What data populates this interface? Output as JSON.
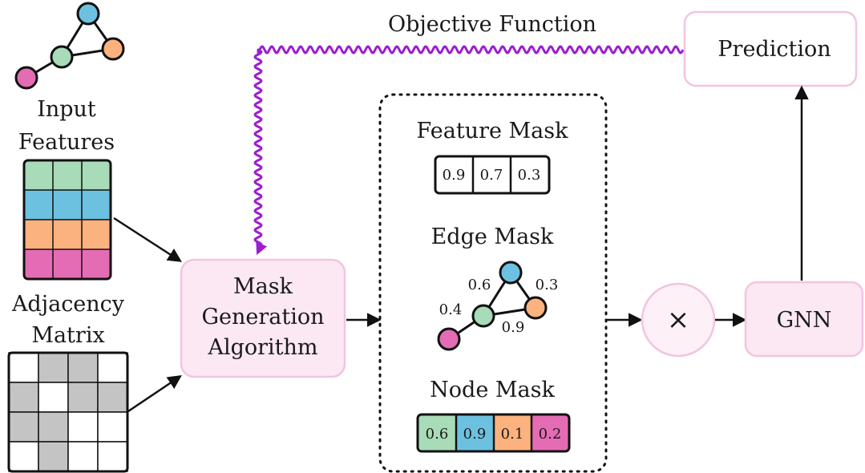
{
  "colors": {
    "green": "#a8dbb8",
    "blue": "#6cc1e0",
    "orange": "#fbb27e",
    "magenta": "#e46cb4",
    "purple": "#9b1fd0",
    "pink_fill": "#fbe8f3",
    "gray_cell": "#c4c4c4"
  },
  "input_features": {
    "label_line1": "Input",
    "label_line2": "Features"
  },
  "adjacency": {
    "label_line1": "Adjacency",
    "label_line2": "Matrix",
    "pattern": [
      [
        0,
        1,
        1,
        0
      ],
      [
        1,
        0,
        1,
        1
      ],
      [
        1,
        1,
        0,
        0
      ],
      [
        0,
        1,
        0,
        0
      ]
    ]
  },
  "mask_generation": {
    "line1": "Mask",
    "line2": "Generation",
    "line3": "Algorithm"
  },
  "objective": {
    "label": "Objective Function"
  },
  "prediction": {
    "label": "Prediction"
  },
  "multiply": {
    "symbol": "×"
  },
  "gnn": {
    "label": "GNN"
  },
  "feature_mask": {
    "title": "Feature Mask",
    "values": [
      "0.9",
      "0.7",
      "0.3"
    ]
  },
  "edge_mask": {
    "title": "Edge Mask",
    "weights": [
      "0.6",
      "0.3",
      "0.4",
      "0.9"
    ]
  },
  "node_mask": {
    "title": "Node Mask",
    "values": [
      "0.6",
      "0.9",
      "0.1",
      "0.2"
    ]
  }
}
